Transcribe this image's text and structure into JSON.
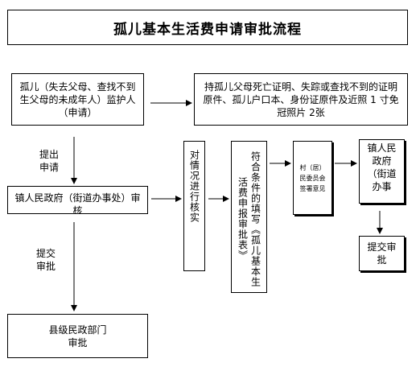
{
  "title": "孤儿基本生活费申请审批流程",
  "nodes": {
    "guardian": "孤儿（失去父母、查找不到生父母的未成年人）监护人（申请）",
    "documents": "持孤儿父母死亡证明、失踪或查找不到的证明原件、孤儿户口本、身份证原件及近照 1 寸免冠照片 2张",
    "township": "镇人民政府（街道办事处）审核",
    "verify": "对情况进行核实",
    "eligible": "符合条件的填写《孤儿基本生活费申报审批表》",
    "village": "村（居）民委员会签署意见",
    "township2": "镇人民政府（街道办事",
    "county": "县级民政部门审批",
    "submit_right": "提交审批"
  },
  "edges": {
    "apply_label": "提出申请",
    "submit_label": "提交审批"
  }
}
